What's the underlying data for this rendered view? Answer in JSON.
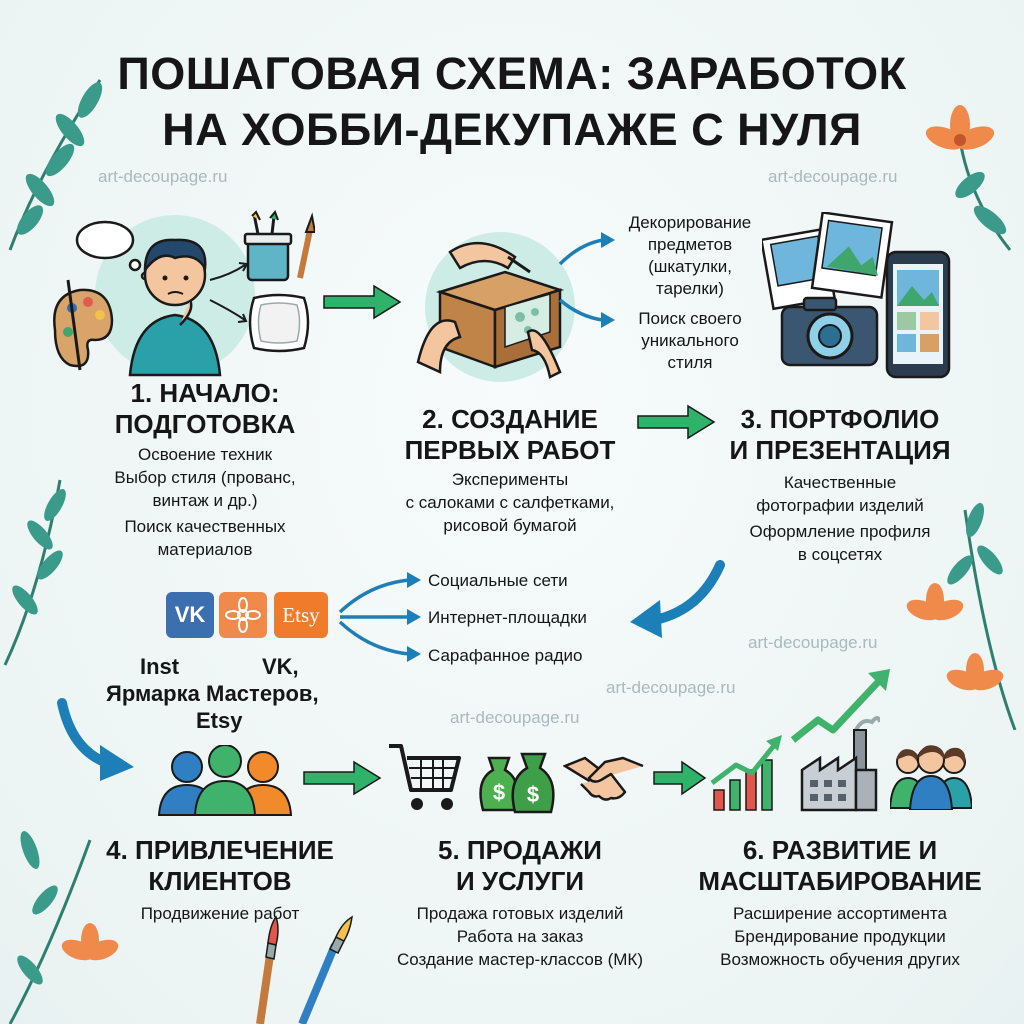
{
  "title": {
    "line1": "ПОШАГОВАЯ СХЕМА: ЗАРАБОТОК",
    "line2": "НА ХОББИ-ДЕКУПАЖЕ С НУЛЯ"
  },
  "watermark": "art-decoupage.ru",
  "steps": [
    {
      "title1": "1. НАЧАЛО:",
      "title2": "ПОДГОТОВКА",
      "desc": [
        "Освоение техник",
        "Выбор стиля (прованс,",
        "винтаж и др.)",
        "Поиск качественных",
        "материалов"
      ]
    },
    {
      "title1": "2. СОЗДАНИЕ",
      "title2": "ПЕРВЫХ РАБОТ",
      "desc": [
        "Эксперименты",
        "с салоками с салфетками,",
        "рисовой бумагой"
      ],
      "side": [
        [
          "Декорирование",
          "предметов",
          "(шкатулки,",
          "тарелки)"
        ],
        [
          "Поиск своего",
          "уникального",
          "стиля"
        ]
      ]
    },
    {
      "title1": "3. ПОРТФОЛИО",
      "title2": "И ПРЕЗЕНТАЦИЯ",
      "desc": [
        "Качественные",
        "фотографии изделий",
        "Оформление профиля",
        "в соцсетях"
      ]
    },
    {
      "title1": "4. ПРИВЛЕЧЕНИЕ",
      "title2": "КЛИЕНТОВ",
      "desc": [
        "Продвижение работ"
      ]
    },
    {
      "title1": "5. ПРОДАЖИ",
      "title2": "И УСЛУГИ",
      "desc": [
        "Продажа готовых изделий",
        "Работа на заказ",
        "Создание мастер-классов (МК)"
      ]
    },
    {
      "title1": "6. РАЗВИТИЕ И",
      "title2": "МАСШТАБИРОВАНИЕ",
      "desc": [
        "Расширение ассортимента",
        "Брендирование продукции",
        "Возможность обучения других"
      ]
    }
  ],
  "channels": [
    "Социальные сети",
    "Интернет-площадки",
    "Сарафанное радио"
  ],
  "platforms": {
    "vk_logo": "VK",
    "etsy_logo": "Etsy",
    "line1_a": "Inst",
    "line1_b": "VK,",
    "line2": "Ярмарка Мастеров,",
    "line3": "Etsy"
  },
  "colors": {
    "arrow_green": "#2fb36b",
    "arrow_blue": "#1d7fb8",
    "leaf": "#3a9b8a",
    "flower": "#f08a4b",
    "accent_teal": "#1f8f86"
  },
  "icons": [
    "thought-bubble-icon",
    "paint-palette-icon",
    "paint-jar-icon",
    "plate-icon",
    "box-icon",
    "photo-icon",
    "camera-icon",
    "phone-icon",
    "vk-logo-icon",
    "flower-logo-icon",
    "etsy-logo-icon",
    "people-group-icon",
    "shopping-cart-icon",
    "money-bags-icon",
    "handshake-icon",
    "growth-chart-icon",
    "factory-icon",
    "team-icon",
    "paintbrush-icon"
  ]
}
